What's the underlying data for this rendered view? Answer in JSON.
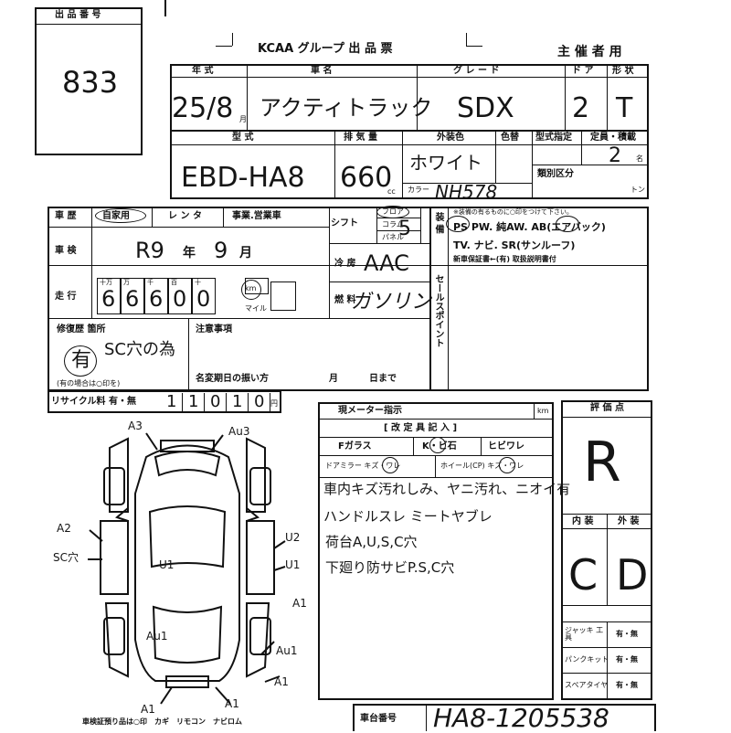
{
  "header": {
    "lot_label": "出 品 番 号",
    "lot_number": "833",
    "title": "KCAA グループ 出 品 票",
    "organizer": "主 催 者 用"
  },
  "vehicle": {
    "labels": {
      "year": "年 式",
      "name": "車 名",
      "grade": "グ レ ー ド",
      "doors": "ド ア",
      "shape": "形 状",
      "model": "型 式",
      "cc": "排 気 量",
      "color": "外装色",
      "color_no": "色替",
      "model_designation": "型式指定",
      "capacity": "定員・積載",
      "category": "類別区分",
      "color_code": "カラー",
      "ton": "トン",
      "persons": "名",
      "cc_unit": "cc",
      "month": "月"
    },
    "year": "25/8",
    "name": "アクティトラック",
    "grade": "SDX",
    "doors": "2",
    "shape": "T",
    "model": "EBD-HA8",
    "cc": "660",
    "color": "ホワイト",
    "color_code": "NH578",
    "capacity": "2"
  },
  "usage": {
    "label": "車 歴",
    "options": [
      "自家用",
      "レ ン タ",
      "事業.営業車"
    ],
    "selected": "自家用"
  },
  "shift": {
    "label": "シフト",
    "options": [
      "フロア",
      "コラム",
      "パネル"
    ],
    "selected": "フロア",
    "value": "5"
  },
  "equipment": {
    "label": "装 備",
    "intro": "※装備の有るものに○印をつけて下さい。",
    "line1": "PS PW. 純AW. AB(エアバック)",
    "line2": "TV. ナビ. SR(サンルーフ)",
    "line3": "新車保証書←(有) 取扱説明書付",
    "circled": [
      "PS",
      "AB"
    ]
  },
  "inspection": {
    "label": "車 検",
    "value": "R9",
    "year_unit": "年",
    "month": "9",
    "month_unit": "月"
  },
  "cooling": {
    "label": "冷 房",
    "value": "AAC"
  },
  "mileage": {
    "label": "走 行",
    "units": [
      "十万",
      "万",
      "千",
      "百",
      "十",
      "km"
    ],
    "digits": [
      "6",
      "6",
      "6",
      "0",
      "0"
    ],
    "km_label": "km",
    "mile_label": "マイル",
    "km_selected": true
  },
  "fuel": {
    "label": "燃 料",
    "value": "ガソリン"
  },
  "sales_point": {
    "label": "セールスポイント",
    "items": []
  },
  "repair": {
    "label": "修復歴 箇所",
    "value": "有",
    "note": "SC穴の為",
    "footnote": "(有の場合は○印を)"
  },
  "notes": {
    "label": "注意事項",
    "transfer_label": "名変期日の振い方",
    "month_unit": "月",
    "day_unit": "日まで"
  },
  "recycle": {
    "label": "リサイクル料 有・無",
    "digits": [
      "1",
      "1",
      "0",
      "1",
      "0"
    ],
    "unit": "円"
  },
  "meter": {
    "label": "現メーター指示",
    "unit": "km",
    "fix_header": "[ 改 定 具 記 入 ]",
    "items": [
      "Fガラス",
      "K・ビ石",
      "ヒビワレ"
    ],
    "row2": [
      "ドアミラー キズ・ワレ",
      "ホイール(CP) キズ・ワレ"
    ],
    "comments": [
      "車内キズ汚れしみ、ヤニ汚れ、ニオイ有",
      "ハンドルスレ ミートヤブレ",
      "荷台A,U,S,C穴",
      "下廻り防サビP.S,C穴"
    ]
  },
  "grade_box": {
    "label": "評 価 点",
    "value": "R"
  },
  "interior": {
    "label_in": "内 装",
    "label_out": "外 装",
    "value_in": "C",
    "value_out": "D"
  },
  "tools": [
    {
      "label": "ジャッキ 工 具",
      "value": "有・無"
    },
    {
      "label": "パンクキット",
      "value": "有・無"
    },
    {
      "label": "スペアタイヤ",
      "value": "有・無"
    }
  ],
  "chassis": {
    "label": "車台番号",
    "value": "HA8-1205538"
  },
  "diagram": {
    "marks": [
      "A3",
      "Au3",
      "A2",
      "SC穴",
      "U1",
      "U2",
      "U1",
      "A1",
      "Au1",
      "A1",
      "Au1",
      "A1",
      "A1"
    ],
    "footer": "車検証預り品は○印　カギ　リモコン　ナビロム"
  }
}
